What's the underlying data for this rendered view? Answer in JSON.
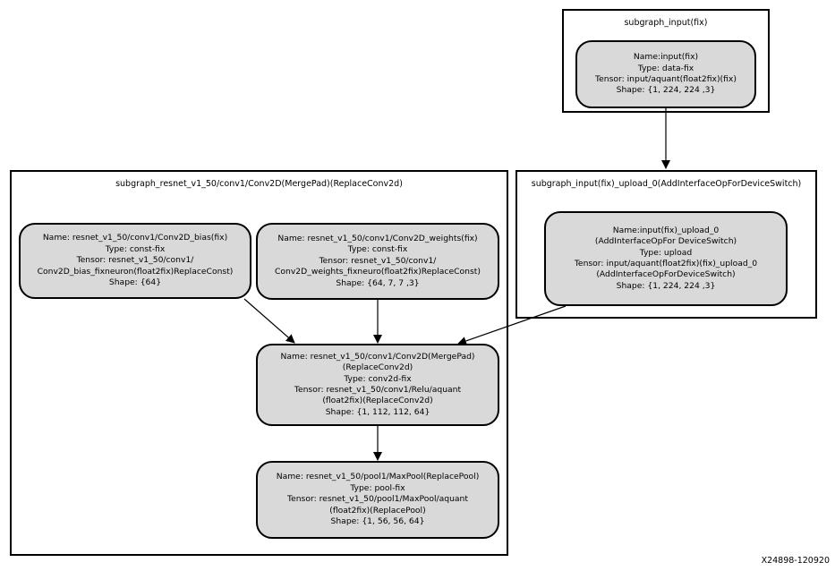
{
  "clusters": {
    "input": {
      "title": "subgraph_input(fix)"
    },
    "upload": {
      "title": "subgraph_input(fix)_upload_0(AddInterfaceOpForDeviceSwitch)"
    },
    "conv": {
      "title": "subgraph_resnet_v1_50/conv1/Conv2D(MergePad)(ReplaceConv2d)"
    }
  },
  "nodes": {
    "input_fix": {
      "text": "Name:input(fix)\nType: data-fix\nTensor: input/aquant(float2fix)(fix)\nShape: {1, 224, 224 ,3}"
    },
    "upload": {
      "text": "Name:input(fix)_upload_0\n(AddInterfaceOpFor DeviceSwitch)\nType: upload\nTensor: input/aquant(float2fix)(fix)_upload_0\n(AddInterfaceOpForDeviceSwitch)\nShape: {1, 224, 224 ,3}"
    },
    "bias": {
      "text": "Name: resnet_v1_50/conv1/Conv2D_bias(fix)\nType: const-fix\nTensor: resnet_v1_50/conv1/\nConv2D_bias_fixneuron(float2fix)ReplaceConst)\nShape: {64}"
    },
    "weights": {
      "text": "Name: resnet_v1_50/conv1/Conv2D_weights(fix)\nType: const-fix\nTensor: resnet_v1_50/conv1/\nConv2D_weights_fixneuro(float2fix)ReplaceConst)\nShape: {64, 7, 7 ,3}"
    },
    "conv": {
      "text": "Name: resnet_v1_50/conv1/Conv2D(MergePad)\n(ReplaceConv2d)\nType: conv2d-fix\nTensor: resnet_v1_50/conv1/Relu/aquant\n(float2fix)(ReplaceConv2d)\nShape: {1, 112, 112, 64}"
    },
    "pool": {
      "text": "Name: resnet_v1_50/pool1/MaxPool(ReplacePool)\nType: pool-fix\nTensor: resnet_v1_50/pool1/MaxPool/aquant\n(float2fix)(ReplacePool)\nShape: {1, 56, 56, 64}"
    }
  },
  "edges": [
    {
      "from": "input_fix",
      "to": "upload"
    },
    {
      "from": "bias",
      "to": "conv"
    },
    {
      "from": "weights",
      "to": "conv"
    },
    {
      "from": "upload",
      "to": "conv"
    },
    {
      "from": "conv",
      "to": "pool"
    }
  ],
  "figure_id": "X24898-120920",
  "colors": {
    "node_fill": "#d9d9d9",
    "stroke": "#000000",
    "background": "#ffffff"
  }
}
